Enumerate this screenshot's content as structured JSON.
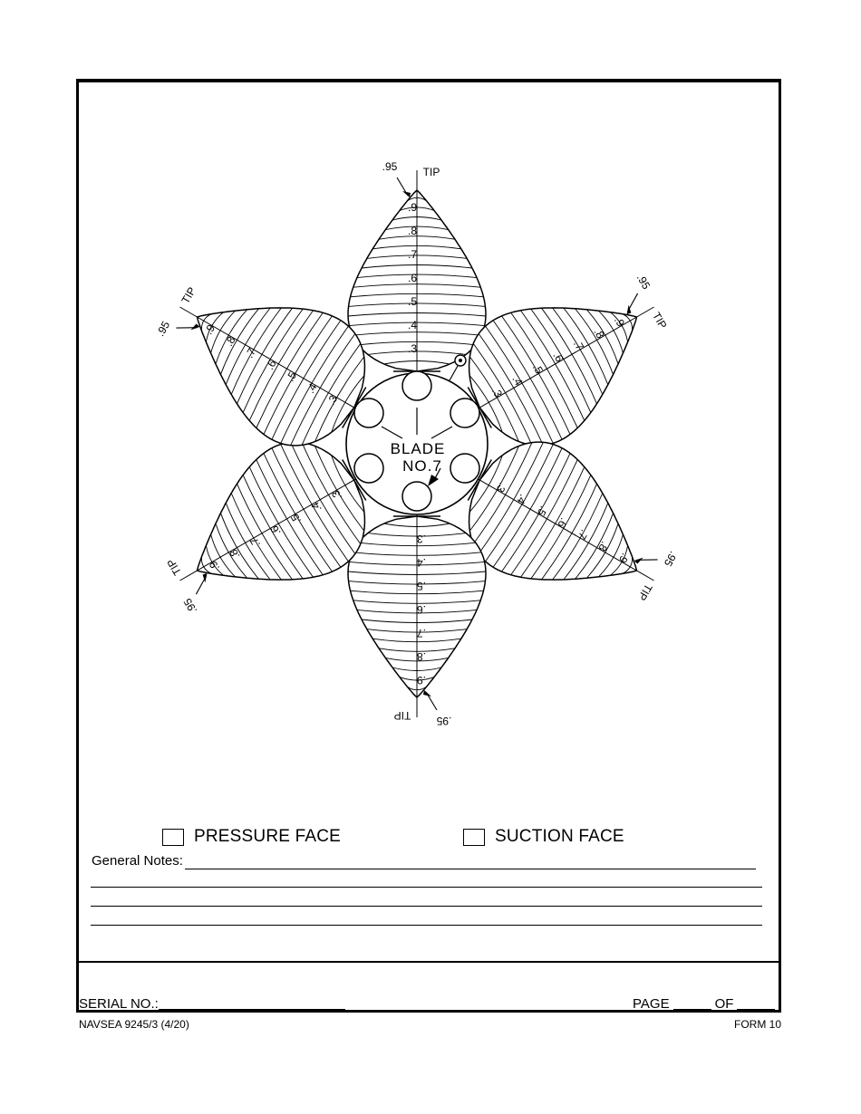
{
  "diagram": {
    "hub_label_line1": "BLADE",
    "hub_label_line2": "NO.7",
    "tip_label": "TIP",
    "tip_radius_label": ".95",
    "station_labels": [
      ".3",
      ".4",
      ".5",
      ".6",
      ".7",
      ".8",
      ".9"
    ]
  },
  "face_options": {
    "pressure_label": "PRESSURE FACE",
    "suction_label": "SUCTION FACE"
  },
  "notes": {
    "label": "General Notes:"
  },
  "footer": {
    "serial_label": "SERIAL NO.:",
    "page_label": "PAGE",
    "of_label": "OF",
    "form_id": "NAVSEA 9245/3 (4/20)",
    "form_number": "FORM 10"
  }
}
